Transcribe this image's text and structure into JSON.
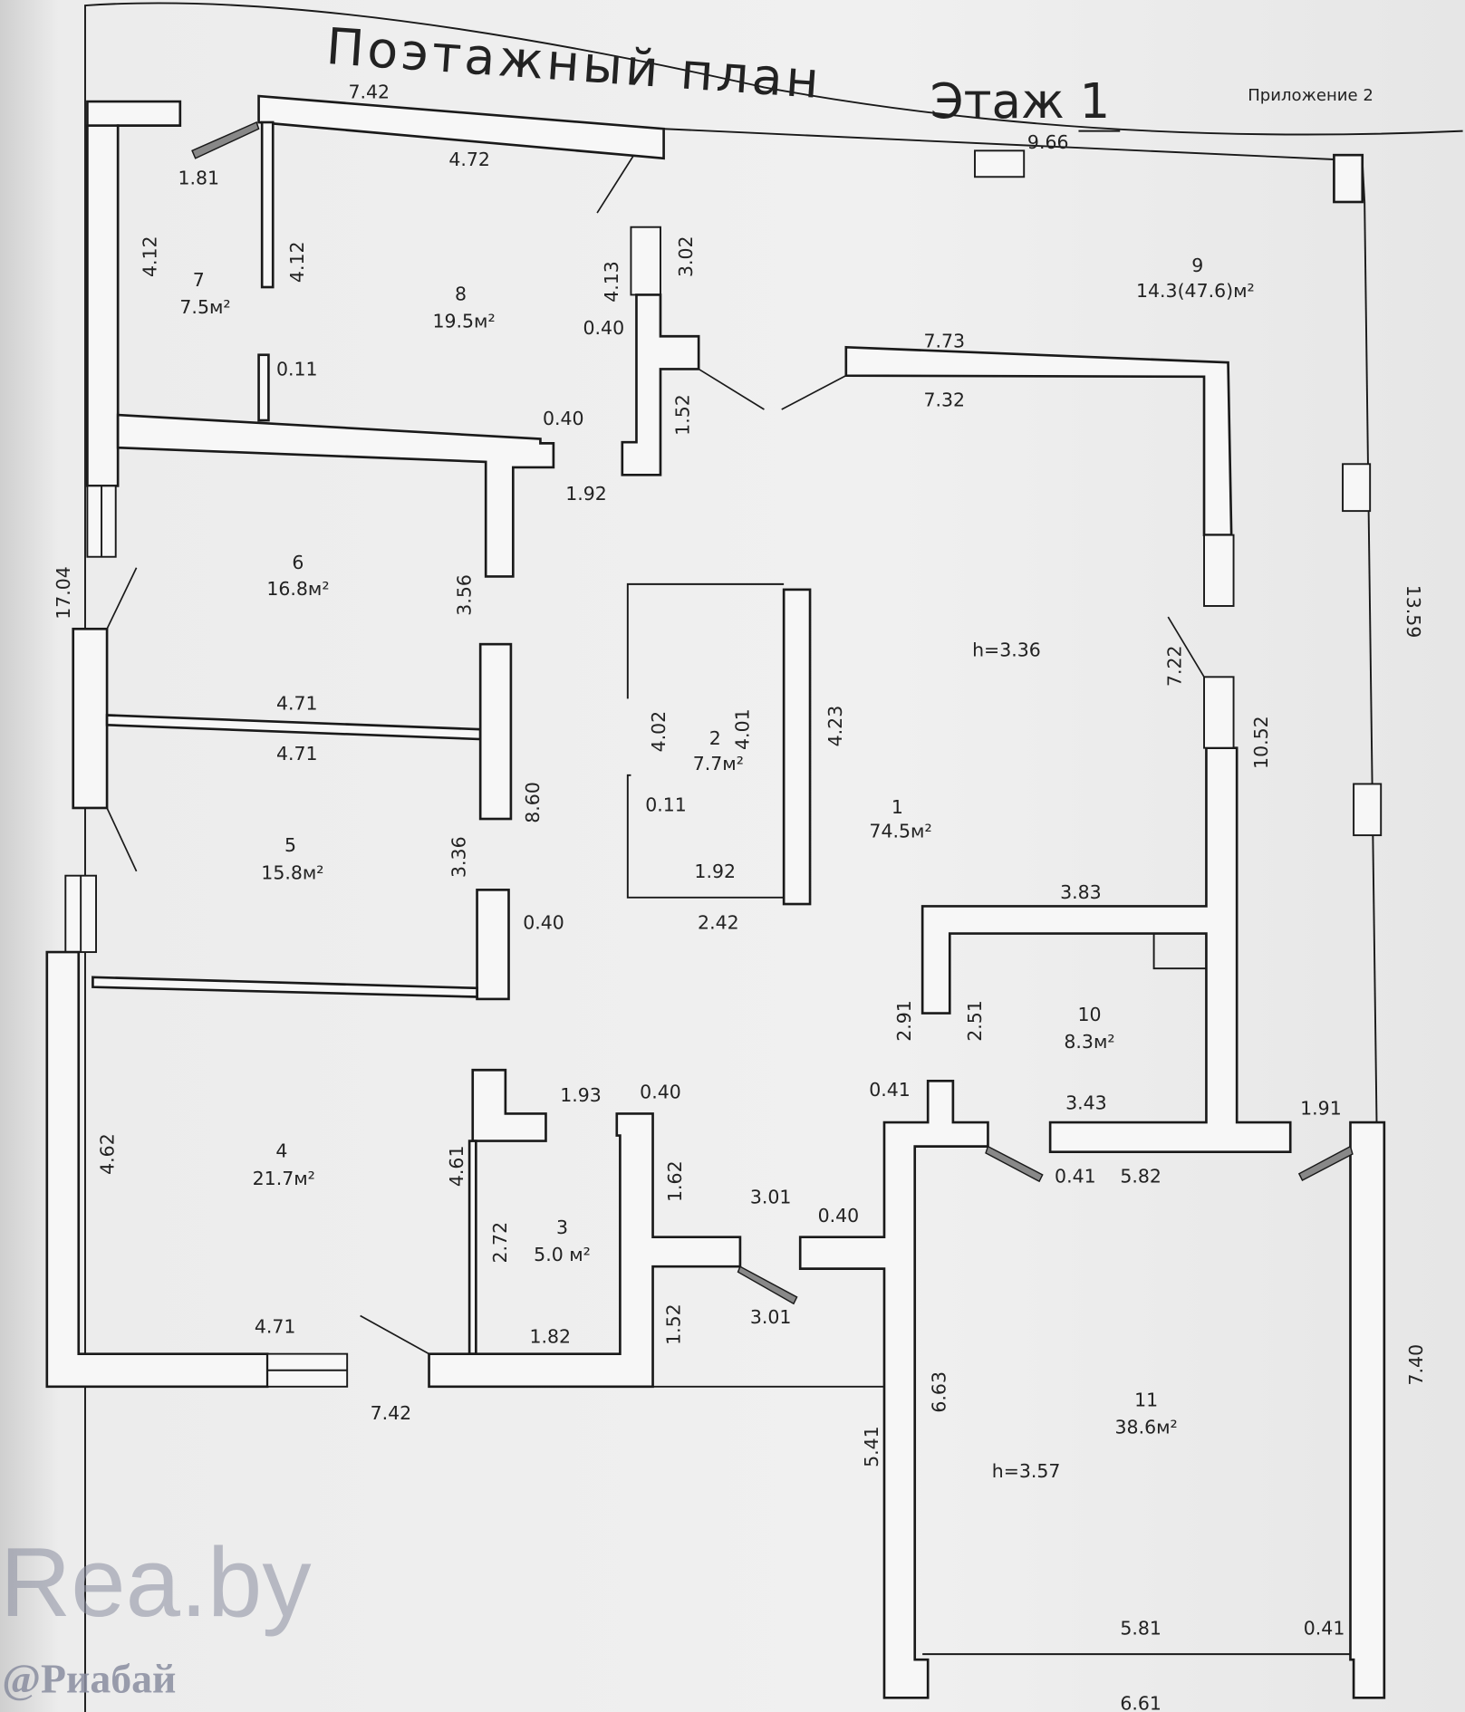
{
  "header": {
    "title": "Поэтажный план",
    "floor": "Этаж 1",
    "appendix": "Приложение 2"
  },
  "rooms": {
    "r1": {
      "number": "1",
      "area": "74.5м²",
      "height": "h=3.36"
    },
    "r2": {
      "number": "2",
      "area": "7.7м²"
    },
    "r3": {
      "number": "3",
      "area": "5.0 м²"
    },
    "r4": {
      "number": "4",
      "area": "21.7м²"
    },
    "r5": {
      "number": "5",
      "area": "15.8м²"
    },
    "r6": {
      "number": "6",
      "area": "16.8м²"
    },
    "r7": {
      "number": "7",
      "area": "7.5м²"
    },
    "r8": {
      "number": "8",
      "area": "19.5м²"
    },
    "r9": {
      "number": "9",
      "area": "14.3(47.6)м²"
    },
    "r10": {
      "number": "10",
      "area": "8.3м²"
    },
    "r11": {
      "number": "11",
      "area": "38.6м²",
      "height": "h=3.57"
    }
  },
  "dims": [
    "7.42",
    "4.72",
    "1.81",
    "4.12",
    "4.12",
    "0.11",
    "4.13",
    "3.02",
    "0.40",
    "1.52",
    "0.40",
    "1.92",
    "9.66",
    "7.73",
    "7.32",
    "3.56",
    "17.04",
    "4.71",
    "4.71",
    "8.60",
    "3.36",
    "0.40",
    "4.02",
    "4.01",
    "4.23",
    "0.11",
    "1.92",
    "2.42",
    "13.59",
    "7.22",
    "10.52",
    "3.83",
    "2.91",
    "2.51",
    "0.41",
    "3.43",
    "1.91",
    "0.41",
    "5.82",
    "1.93",
    "0.40",
    "4.61",
    "1.62",
    "3.01",
    "0.40",
    "2.72",
    "1.52",
    "3.01",
    "4.62",
    "4.71",
    "1.82",
    "7.42",
    "5.41",
    "6.63",
    "7.40",
    "5.81",
    "0.41",
    "6.61"
  ],
  "watermark": {
    "logo": "Rea.by",
    "tag": "@Риабай"
  }
}
